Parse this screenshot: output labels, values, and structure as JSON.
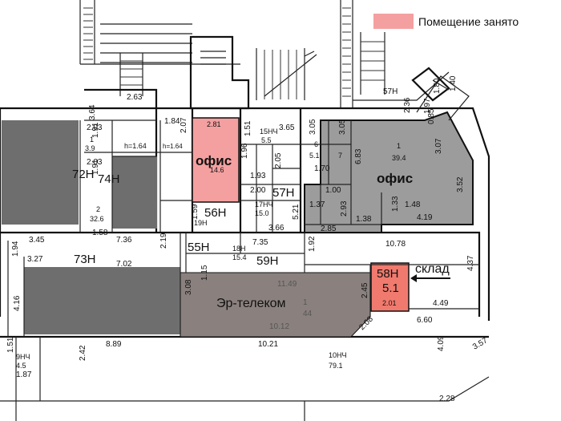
{
  "legend": {
    "label": "Помещение занято",
    "color": "#f4a0a0"
  },
  "colors": {
    "occupied": "#f4a0a0",
    "gray_dark": "#6e6e6e",
    "gray_mid": "#8e8e8e",
    "gray_light": "#9c9c9c",
    "brown": "#8a817e"
  },
  "labels": {
    "ofis_left": "офис",
    "ofis_right": "офис",
    "er_telecom": "Эр-телеком",
    "sklad": "склад",
    "r58h_code": "58Н",
    "r58h_area": "5.1",
    "r58h_dim": "2.01",
    "ofis_left_dim": "2.81",
    "ofis_left_area": "14.6",
    "r1_num": "1",
    "r1_area": "39.4",
    "r2_num": "2",
    "r2_area": "32.6",
    "r57h": "57Н",
    "r56h": "56Н",
    "r55h": "55Н",
    "r59h": "59Н",
    "r72h": "72Н",
    "r74h": "74Н",
    "r73h": "73Н",
    "r57h_top": "57Н",
    "r19h": "19Н",
    "r17hch": "17НЧ",
    "r17hch_area": "15.0",
    "r18h": "18Н",
    "r18h_area": "15.4",
    "r15hch": "15НЧ",
    "r15hch_area": "5.5",
    "r10hch": "10НЧ",
    "r10hch_area": "79.1",
    "r9hch": "9НЧ",
    "r9hch_area": "4.5",
    "h164_a": "h=1.64",
    "h164_b": "h=1.64",
    "r1_small": "1",
    "r1_small_area": "3.9",
    "r6": "6",
    "r6_area": "5.1",
    "r7": "7",
    "er_area": "44",
    "er_num": "1",
    "er_dim_top": "11.49",
    "er_dim_bottom": "10.12"
  },
  "dims": [
    "2.63",
    "3.64",
    "2.03",
    "1.91",
    "2.03",
    "1.91",
    "1.84",
    "2.07",
    "1.51",
    "3.65",
    "3.05",
    "3.05",
    "1.96",
    "1.93",
    "2.05",
    "1.70",
    "2.00",
    "6.83",
    "1.00",
    "1.37",
    "2.93",
    "1.38",
    "1.33",
    "1.48",
    "4.19",
    "2.85",
    "3.52",
    "3.07",
    "0.85",
    "1.97",
    "2.36",
    "1.80",
    "1.40",
    "1.58",
    "3.66",
    "5.21",
    "1.59",
    "7.36",
    "3.45",
    "2.19",
    "1.94",
    "3.27",
    "7.02",
    "7.35",
    "10.78",
    "1.92",
    "4.37",
    "4.16",
    "4.49",
    "6.60",
    "2.08",
    "2.42",
    "8.89",
    "10.21",
    "4.09",
    "3.57",
    "2.28",
    "1.87",
    "1.51",
    "2.45",
    "1.15",
    "3.08"
  ]
}
